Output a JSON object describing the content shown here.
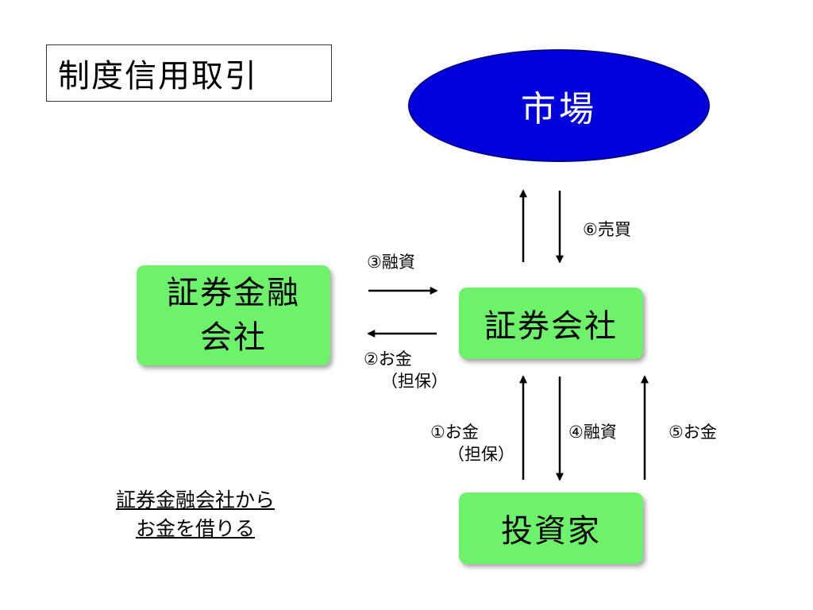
{
  "title": "制度信用取引",
  "nodes": {
    "market": "市場",
    "finance_company": [
      "証券金融",
      "会社"
    ],
    "broker": "証券会社",
    "investor": "投資家"
  },
  "flows": {
    "step1": {
      "main": "①お金",
      "sub": "（担保）"
    },
    "step2": {
      "main": "②お金",
      "sub": "（担保）"
    },
    "step3": "③融資",
    "step4": "④融資",
    "step5": "⑤お金",
    "step6": "⑥売買"
  },
  "note": [
    "証券金融会社から",
    "お金を借りる"
  ],
  "colors": {
    "market_fill": "#0000dd",
    "node_fill": "#6ff26b"
  }
}
